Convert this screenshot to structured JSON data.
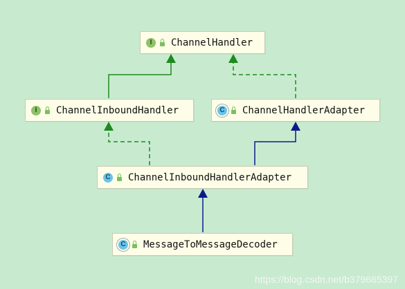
{
  "colors": {
    "background": "#c8ebd0",
    "node_fill": "#fefee8",
    "node_border": "#c9c9b3",
    "extends_interface_edge": "#1e8a1e",
    "implements_edge": "#1e8a1e",
    "extends_class_edge": "#0a1a8c"
  },
  "nodes": {
    "channel_handler": {
      "kind": "interface",
      "kind_letter": "I",
      "label": "ChannelHandler"
    },
    "channel_inbound_handler": {
      "kind": "interface",
      "kind_letter": "I",
      "label": "ChannelInboundHandler"
    },
    "channel_handler_adapter": {
      "kind": "abstract-class",
      "kind_letter": "C",
      "label": "ChannelHandlerAdapter"
    },
    "channel_inbound_handler_adapter": {
      "kind": "class",
      "kind_letter": "C",
      "label": "ChannelInboundHandlerAdapter"
    },
    "message_to_message_decoder": {
      "kind": "abstract-class",
      "kind_letter": "C",
      "label": "MessageToMessageDecoder"
    }
  },
  "edges": [
    {
      "from": "ChannelInboundHandler",
      "to": "ChannelHandler",
      "style": "solid",
      "color": "green"
    },
    {
      "from": "ChannelHandlerAdapter",
      "to": "ChannelHandler",
      "style": "dashed",
      "color": "green"
    },
    {
      "from": "ChannelInboundHandlerAdapter",
      "to": "ChannelInboundHandler",
      "style": "dashed",
      "color": "green"
    },
    {
      "from": "ChannelInboundHandlerAdapter",
      "to": "ChannelHandlerAdapter",
      "style": "solid",
      "color": "blue"
    },
    {
      "from": "MessageToMessageDecoder",
      "to": "ChannelInboundHandlerAdapter",
      "style": "solid",
      "color": "blue"
    }
  ],
  "watermark": "https://blog.csdn.net/b379685397"
}
